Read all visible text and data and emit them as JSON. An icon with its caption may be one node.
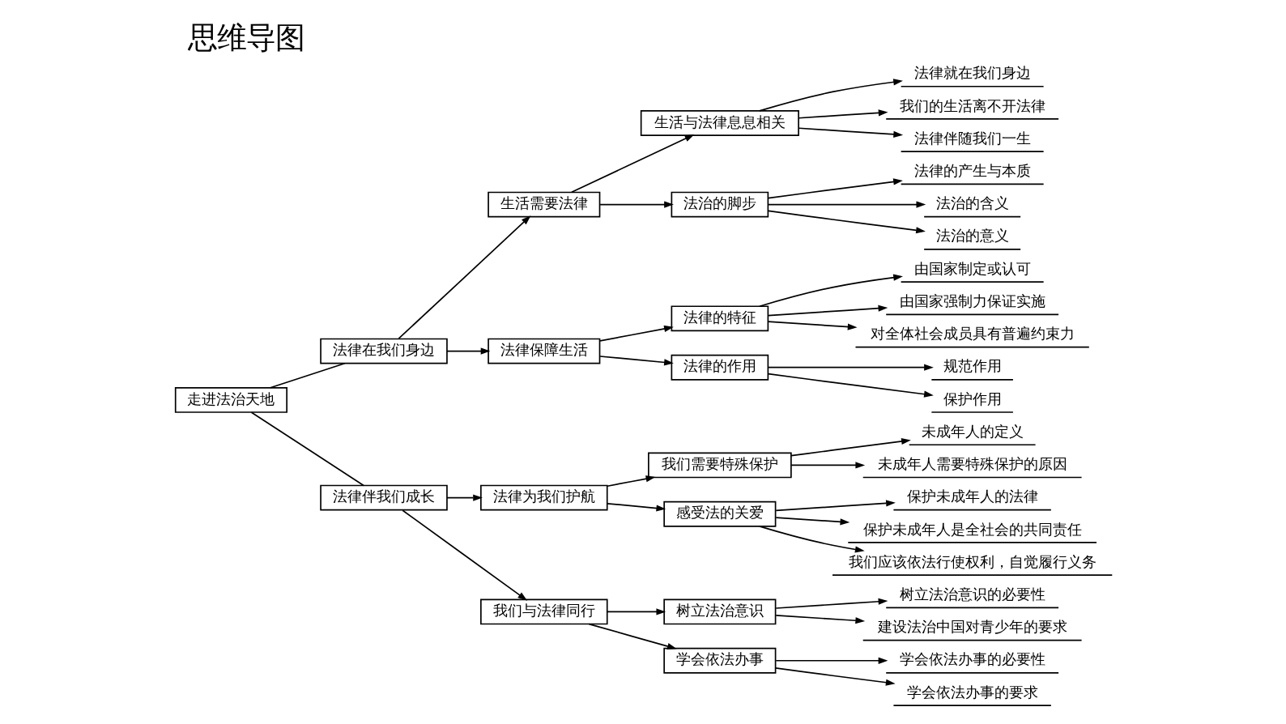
{
  "diagram": {
    "title": "思维导图",
    "nodes": [
      {
        "text": [
          "走进法治天地"
        ]
      },
      {
        "text": [
          "法律在我们身边"
        ]
      },
      {
        "text": [
          "生活需要法律"
        ]
      },
      {
        "text": [
          "生活与法律息息相关"
        ]
      },
      {
        "text": [
          "法律就在我们身边"
        ]
      },
      {
        "text": [
          "我们的生活离不开法律"
        ]
      },
      {
        "text": [
          "法律伴随我们一生"
        ]
      },
      {
        "text": [
          "法治的脚步"
        ]
      },
      {
        "text": [
          "法律的产生与本质"
        ]
      },
      {
        "text": [
          "法治的含义"
        ]
      },
      {
        "text": [
          "法治的意义"
        ]
      },
      {
        "text": [
          "法律保障生活"
        ]
      },
      {
        "text": [
          "法律的特征"
        ]
      },
      {
        "text": [
          "由国家制定或认可"
        ]
      },
      {
        "text": [
          "由国家强制力保证实施"
        ]
      },
      {
        "text": [
          "对全体社会成员具有普遍约束力"
        ]
      },
      {
        "text": [
          "法律的作用"
        ]
      },
      {
        "text": [
          "规范作用"
        ]
      },
      {
        "text": [
          "保护作用"
        ]
      },
      {
        "text": [
          "法律伴我们成长"
        ]
      },
      {
        "text": [
          "法律为我们护航"
        ]
      },
      {
        "text": [
          "我们需要特殊保护"
        ]
      },
      {
        "text": [
          "未成年人的定义"
        ]
      },
      {
        "text": [
          "未成年人需要特殊保护的原因"
        ]
      },
      {
        "text": [
          "感受法的关爱"
        ]
      },
      {
        "text": [
          "保护未成年人的法律"
        ]
      },
      {
        "text": [
          "保护未成年人是全社会的共同责任"
        ]
      },
      {
        "text": [
          "我们应该依法行使权利，自觉履行义务"
        ]
      },
      {
        "text": [
          "我们与法律同行"
        ]
      },
      {
        "text": [
          "树立法治意识"
        ]
      },
      {
        "text": [
          "树立法治意识的必要性"
        ]
      },
      {
        "text": [
          "建设法治中国对青少年的要求"
        ]
      },
      {
        "text": [
          "学会依法办事"
        ]
      },
      {
        "text": [
          "学会依法办事的必要性"
        ]
      },
      {
        "text": [
          "学会依法办事的要求"
        ]
      }
    ],
    "edges": [
      {
        "from": 0,
        "to": 1,
        "arrow": "none"
      },
      {
        "from": 1,
        "to": 2,
        "arrow": "to"
      },
      {
        "from": 2,
        "to": 3,
        "arrow": "to"
      },
      {
        "from": 3,
        "to": 4,
        "arrow": "to"
      },
      {
        "from": 3,
        "to": 5,
        "arrow": "to"
      },
      {
        "from": 3,
        "to": 6,
        "arrow": "to"
      },
      {
        "from": 2,
        "to": 7,
        "arrow": "to"
      },
      {
        "from": 7,
        "to": 8,
        "arrow": "to"
      },
      {
        "from": 7,
        "to": 9,
        "arrow": "to"
      },
      {
        "from": 7,
        "to": 10,
        "arrow": "to"
      },
      {
        "from": 1,
        "to": 11,
        "arrow": "to"
      },
      {
        "from": 11,
        "to": 12,
        "arrow": "to"
      },
      {
        "from": 12,
        "to": 13,
        "arrow": "to"
      },
      {
        "from": 12,
        "to": 14,
        "arrow": "to"
      },
      {
        "from": 12,
        "to": 15,
        "arrow": "to"
      },
      {
        "from": 11,
        "to": 16,
        "arrow": "to"
      },
      {
        "from": 16,
        "to": 17,
        "arrow": "to"
      },
      {
        "from": 16,
        "to": 18,
        "arrow": "to"
      },
      {
        "from": 0,
        "to": 19,
        "arrow": "none"
      },
      {
        "from": 19,
        "to": 20,
        "arrow": "to"
      },
      {
        "from": 20,
        "to": 21,
        "arrow": "to"
      },
      {
        "from": 21,
        "to": 22,
        "arrow": "to"
      },
      {
        "from": 21,
        "to": 23,
        "arrow": "to"
      },
      {
        "from": 20,
        "to": 24,
        "arrow": "to"
      },
      {
        "from": 24,
        "to": 25,
        "arrow": "to"
      },
      {
        "from": 24,
        "to": 26,
        "arrow": "to"
      },
      {
        "from": 24,
        "to": 27,
        "arrow": "to"
      },
      {
        "from": 19,
        "to": 28,
        "arrow": "to"
      },
      {
        "from": 28,
        "to": 29,
        "arrow": "to"
      },
      {
        "from": 29,
        "to": 30,
        "arrow": "to"
      },
      {
        "from": 29,
        "to": 31,
        "arrow": "to"
      },
      {
        "from": 28,
        "to": 32,
        "arrow": "to"
      },
      {
        "from": 32,
        "to": 33,
        "arrow": "to"
      },
      {
        "from": 32,
        "to": 34,
        "arrow": "to"
      }
    ]
  }
}
